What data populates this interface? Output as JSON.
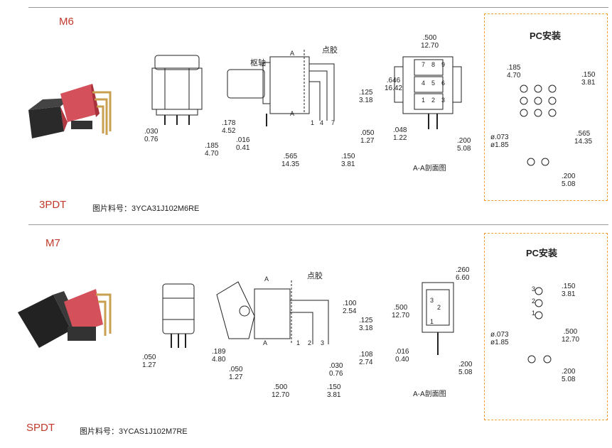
{
  "sections": [
    {
      "model": "M6",
      "pole": "3PDT",
      "part_label": "图片料号：",
      "part_number": "3YCA31J102M6RE",
      "section_label": "A-A剖面图",
      "pivot_label": "枢轴",
      "glue_label": "点胶",
      "section_marker": "A",
      "pc_title": "PC安装",
      "pin_numbers": [
        "1",
        "4",
        "7"
      ],
      "terminal_grid": [
        "7",
        "8",
        "9",
        "4",
        "5",
        "6",
        "1",
        "2",
        "3"
      ],
      "dims": {
        "d030": ".030",
        "d030mm": "0.76",
        "d185": ".185",
        "d185mm": "4.70",
        "d178": ".178",
        "d178mm": "4.52",
        "d016": ".016",
        "d016mm": "0.41",
        "d565": ".565",
        "d565mm": "14.35",
        "d150": ".150",
        "d150mm": "3.81",
        "d125": ".125",
        "d125mm": "3.18",
        "d050": ".050",
        "d050mm": "1.27",
        "d500": ".500",
        "d500mm": "12.70",
        "d646": ".646",
        "d646mm": "16.42",
        "d048": ".048",
        "d048mm": "1.22",
        "d200": ".200",
        "d200mm": "5.08",
        "pc185": ".185",
        "pc185mm": "4.70",
        "pc150": ".150",
        "pc150mm": "3.81",
        "pc565": ".565",
        "pc565mm": "14.35",
        "pc073": "ø.073",
        "pc073mm": "ø1.85",
        "pc200": ".200",
        "pc200mm": "5.08"
      }
    },
    {
      "model": "M7",
      "pole": "SPDT",
      "part_label": "图片料号：",
      "part_number": "3YCAS1J102M7RE",
      "section_label": "A-A剖面图",
      "glue_label": "点胶",
      "section_marker": "A",
      "pc_title": "PC安装",
      "pin_numbers": [
        "1",
        "2",
        "3"
      ],
      "dims": {
        "d050": ".050",
        "d050mm": "1.27",
        "d189": ".189",
        "d189mm": "4.80",
        "d050b": ".050",
        "d050bmm": "1.27",
        "d500": ".500",
        "d500mm": "12.70",
        "d150": ".150",
        "d150mm": "3.81",
        "d030": ".030",
        "d030mm": "0.76",
        "d100": ".100",
        "d100mm": "2.54",
        "d125": ".125",
        "d125mm": "3.18",
        "d108": ".108",
        "d108mm": "2.74",
        "d260": ".260",
        "d260mm": "6.60",
        "d500s": ".500",
        "d500smm": "12.70",
        "d016": ".016",
        "d016mm": "0.40",
        "d200": ".200",
        "d200mm": "5.08",
        "pc150": ".150",
        "pc150mm": "3.81",
        "pc500": ".500",
        "pc500mm": "12.70",
        "pc073": "ø.073",
        "pc073mm": "ø1.85",
        "pc200": ".200",
        "pc200mm": "5.08"
      }
    }
  ],
  "colors": {
    "accent": "#c0392b",
    "dashed_box": "#f0a030",
    "switch_body": "#d4505a",
    "actuator": "#2a2a2a",
    "pins": "#c8a050"
  }
}
